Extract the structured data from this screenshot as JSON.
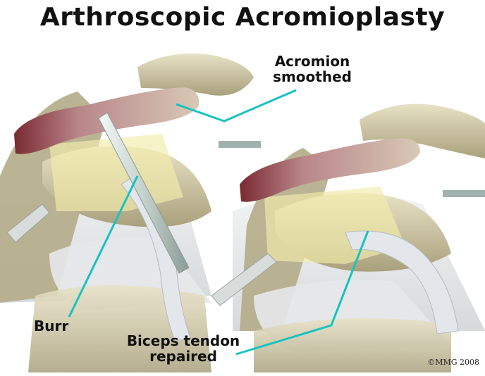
{
  "title": "Arthroscopic Acromioplasty",
  "labels": {
    "acromion": [
      "Acromion",
      "smoothed"
    ],
    "burr": "Burr",
    "biceps": [
      "Biceps tendon",
      "repaired"
    ]
  },
  "copyright": "©MMG 2008",
  "colors": {
    "leader_line": "#19c2c2",
    "bone": "#d9d2b0",
    "bone_shadow": "#b8af8a",
    "raw_bone": "#7a2a32",
    "highlight_area": "#f3ecaa",
    "tendon": "#e3e6ea",
    "instrument": "#cfd8d4"
  }
}
